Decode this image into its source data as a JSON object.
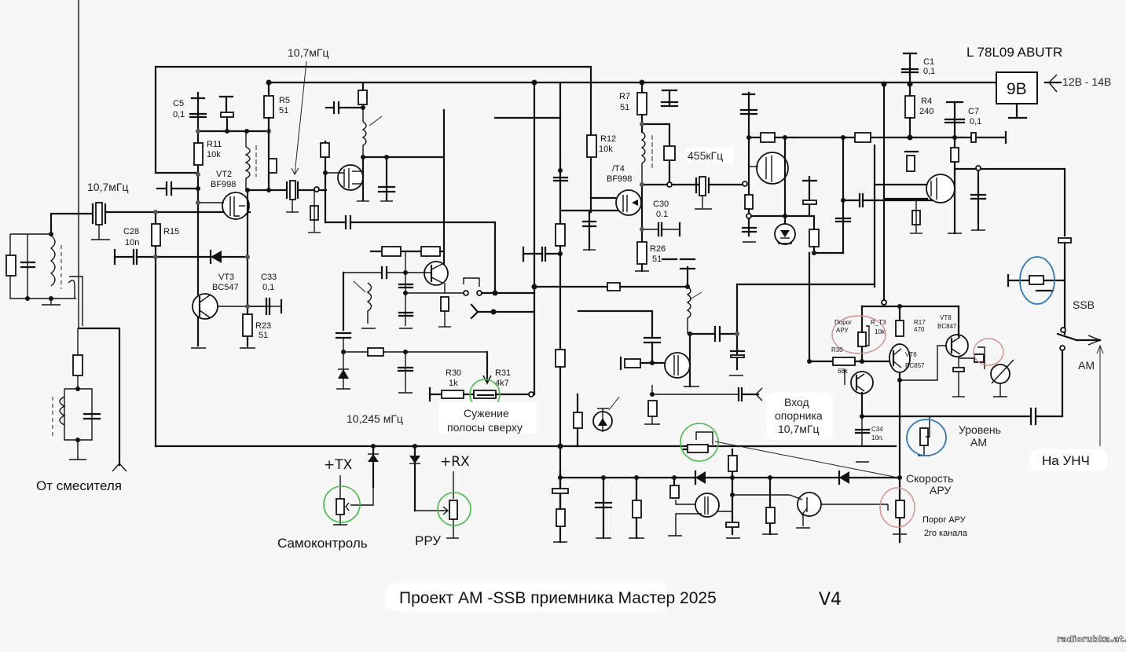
{
  "title": "Проект АМ -SSB приемника Мастер 2025",
  "version_mark": "V4",
  "watermark": "radiorubka.at.ua",
  "regulator": {
    "part": "L 78L09 ABUTR",
    "output_label": "9В",
    "input_label": "12В - 14В"
  },
  "frequencies": {
    "input_filter": "10,7мГц",
    "second_filter": "10,7мГц",
    "if_filter": "455кГц",
    "local_osc": "10,245 мГц",
    "reference_input_line1": "Вход",
    "reference_input_line2": "опорника",
    "reference_input_line3": "10,7мГц"
  },
  "components": {
    "C5": {
      "ref": "C5",
      "value": "0,1"
    },
    "R11": {
      "ref": "R11",
      "value": "10k"
    },
    "R5": {
      "ref": "R5",
      "value": "51"
    },
    "VT2": {
      "ref": "VT2",
      "value": "BF998"
    },
    "C28": {
      "ref": "C28",
      "value": "10n"
    },
    "R15": {
      "ref": "R15",
      "value": ""
    },
    "VT3": {
      "ref": "VT3",
      "value": "BC547"
    },
    "C33": {
      "ref": "C33",
      "value": "0,1"
    },
    "R23": {
      "ref": "R23",
      "value": "51"
    },
    "R7": {
      "ref": "R7",
      "value": "51"
    },
    "R12": {
      "ref": "R12",
      "value": "10k"
    },
    "VT4": {
      "ref": "/T4",
      "value": "BF998"
    },
    "C30": {
      "ref": "C30",
      "value": "0.1"
    },
    "R26": {
      "ref": "R26",
      "value": "51"
    },
    "C1": {
      "ref": "C1",
      "value": "0,1"
    },
    "R4": {
      "ref": "R4",
      "value": "240"
    },
    "C7": {
      "ref": "C7",
      "value": "0,1"
    },
    "R30a": {
      "ref": "R30",
      "value": "1k"
    },
    "R31": {
      "ref": "R31",
      "value": "4k7"
    },
    "R_T3": {
      "ref": "R_T3",
      "value": "10k"
    },
    "R30b": {
      "ref": "R30",
      "value": "68k"
    },
    "R17": {
      "ref": "R17",
      "value": "470"
    },
    "VT6": {
      "ref": "VT6",
      "value": "BC857"
    },
    "VT8": {
      "ref": "VT8",
      "value": "BC847"
    },
    "C34": {
      "ref": "C34",
      "value": "10п."
    }
  },
  "annotations": {
    "from_mixer": "От смесителя",
    "bandwidth_line1": "Сужение",
    "bandwidth_line2": "полосы сверху",
    "agc_threshold_small_1": "Порог",
    "agc_threshold_small_2": "АРУ",
    "am_level_line1": "Уровень",
    "am_level_line2": "АМ",
    "to_amp": "На УНЧ",
    "agc_speed_line1": "Скорость",
    "agc_speed_line2": "АРУ",
    "agc2_line1": "Порог АРУ",
    "agc2_line2": "2го канала",
    "self_monitor": "Самоконтроль",
    "manual_gain": "РРУ",
    "tx": "+TX",
    "rx": "+RX",
    "mode_ssb": "SSB",
    "mode_am": "АМ"
  }
}
